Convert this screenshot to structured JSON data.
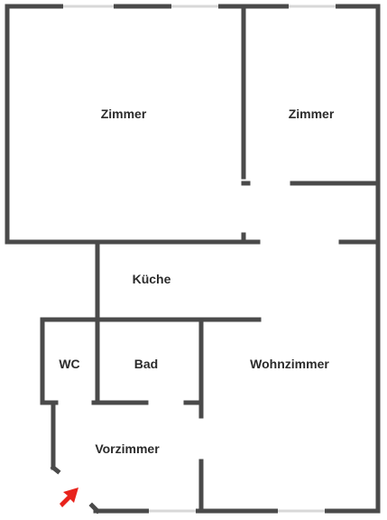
{
  "floor_plan": {
    "rooms": {
      "zimmer_1": "Zimmer",
      "zimmer_2": "Zimmer",
      "kueche": "Küche",
      "wc": "WC",
      "bad": "Bad",
      "wohnzimmer": "Wohnzimmer",
      "vorzimmer": "Vorzimmer"
    },
    "colors": {
      "wall": "#4a4a4a",
      "window": "#d8d8d8",
      "entrance_arrow": "#e8231c",
      "label": "#2b2b2b"
    },
    "entrance_icon": "arrow-up-right-icon"
  }
}
